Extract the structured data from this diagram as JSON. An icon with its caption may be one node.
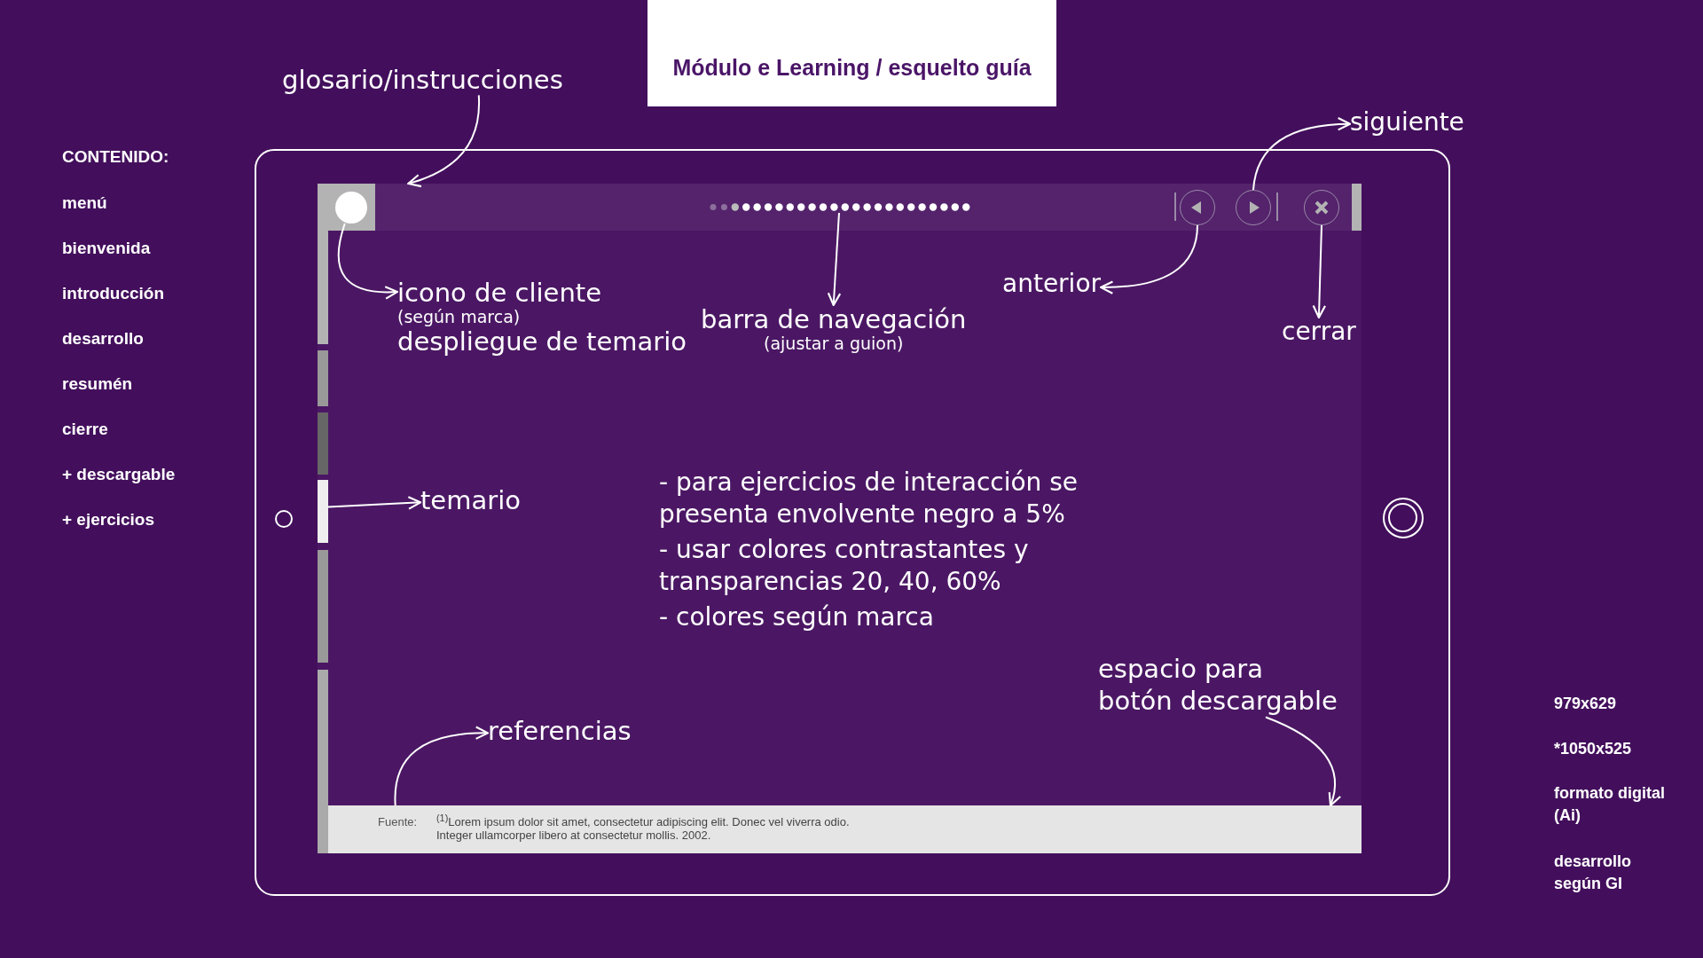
{
  "diagram": {
    "title": "Módulo e Learning / esquelto guía",
    "nodes": [
      {
        "text": [
          "glosario/instrucciones"
        ]
      },
      {
        "text": [],
        "shape": "bar"
      },
      {
        "text": [],
        "shape": "circle",
        "in": 1
      },
      {
        "text": [],
        "shape": "bar",
        "in": 1
      },
      {
        "text": [],
        "shape": "circle",
        "in": 1
      },
      {
        "text": [],
        "shape": "circle",
        "in": 1
      },
      {
        "text": [],
        "shape": "circle",
        "in": 1
      },
      {
        "text": [
          "icono de cliente",
          "(según marca)",
          "despliegue de temario"
        ]
      },
      {
        "text": [
          "barra de navegación",
          "(ajustar a guion)"
        ]
      },
      {
        "text": [
          "anterior"
        ]
      },
      {
        "text": [
          "siguiente"
        ]
      },
      {
        "text": [
          "cerrar"
        ]
      },
      {
        "text": [],
        "shape": "bar"
      },
      {
        "text": [
          "temario"
        ]
      },
      {
        "text": [
          "Fuente:",
          "$^{(1)}$Lorem ipsum dolor sit amet, consectetur adipiscing elit. Donec vel viverra odio. Integer ullamcorper libero at consectetur mollis. 2002."
        ]
      },
      {
        "text": [
          "referencias"
        ]
      },
      {
        "text": [
          "espacio para botón descargable"
        ]
      }
    ],
    "edges": [
      {
        "from": 0,
        "to": 1,
        "arrow": "to"
      },
      {
        "from": 2,
        "to": 7,
        "arrow": "to"
      },
      {
        "from": 3,
        "to": 8,
        "arrow": "to"
      },
      {
        "from": 4,
        "to": 9,
        "arrow": "to"
      },
      {
        "from": 5,
        "to": 10,
        "arrow": "to"
      },
      {
        "from": 6,
        "to": 11,
        "arrow": "to"
      },
      {
        "from": 12,
        "to": 13,
        "arrow": "to"
      },
      {
        "from": 14,
        "to": 15,
        "arrow": "to"
      },
      {
        "from": 16,
        "to": 14,
        "arrow": "to"
      }
    ],
    "labels": [
      "CONTENIDO:",
      "menú",
      "bienvenida",
      "introducción",
      "desarrollo",
      "resumén",
      "cierre",
      "+ descargable",
      "+ ejercicios",
      "- para ejercicios de interacción se presenta envolvente negro a 5%",
      "- usar colores contrastantes y transparencias 20, 40, 60%",
      "- colores según marca",
      "979x629",
      "*1050x525",
      "formato digital (Ai)",
      "desarrollo según GI"
    ]
  }
}
